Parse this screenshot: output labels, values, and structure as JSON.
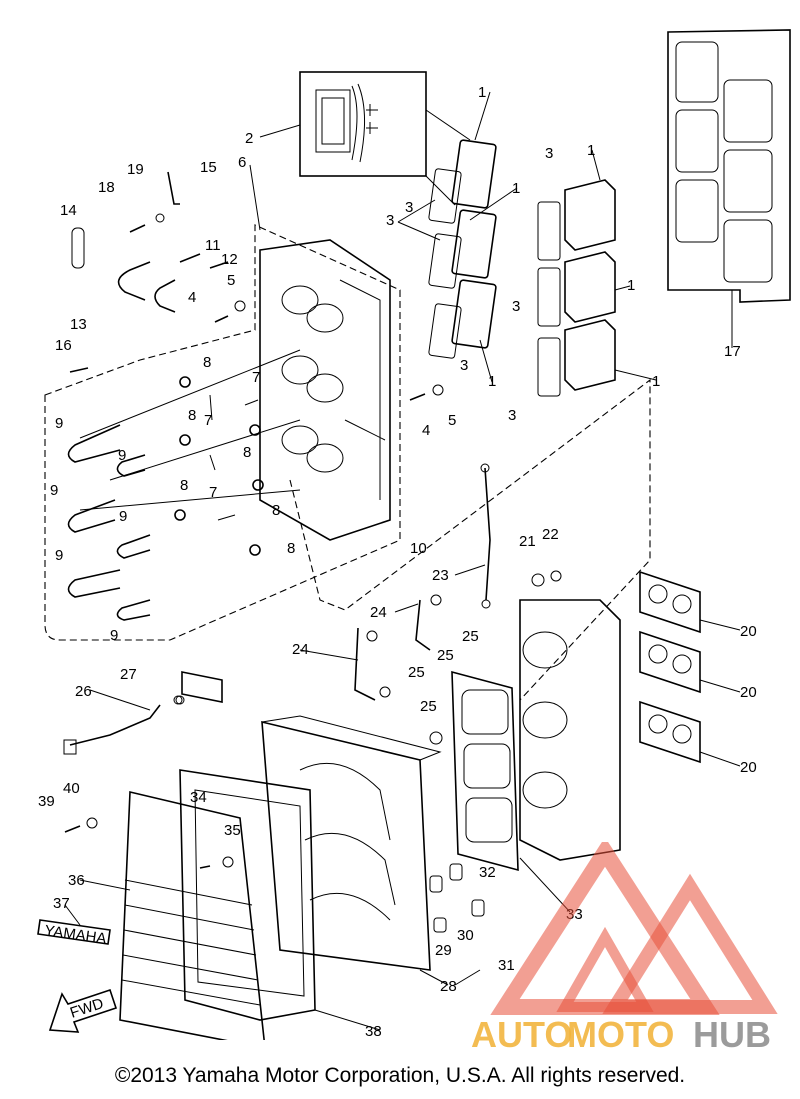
{
  "diagram": {
    "callouts": [
      "1",
      "1",
      "1",
      "1",
      "1",
      "1",
      "2",
      "3",
      "3",
      "3",
      "3",
      "3",
      "3",
      "4",
      "4",
      "5",
      "5",
      "6",
      "7",
      "7",
      "7",
      "8",
      "8",
      "8",
      "8",
      "8",
      "8",
      "9",
      "9",
      "9",
      "9",
      "9",
      "9",
      "10",
      "11",
      "12",
      "13",
      "14",
      "15",
      "16",
      "17",
      "18",
      "19",
      "20",
      "20",
      "20",
      "21",
      "22",
      "23",
      "24",
      "24",
      "25",
      "25",
      "25",
      "25",
      "26",
      "27",
      "28",
      "29",
      "30",
      "31",
      "32",
      "33",
      "34",
      "35",
      "36",
      "37",
      "38",
      "39",
      "40"
    ],
    "label_plate_text": "YAMAHA",
    "fwd_arrow_text": "FWD"
  },
  "watermark": {
    "brand_auto": "AUTO",
    "brand_moto": "MOTO",
    "brand_hub": "HUB",
    "color_red": "#e8503a",
    "color_orange": "#f2b134",
    "color_gray": "#8a8a8a"
  },
  "footer": {
    "copyright": "©2013 Yamaha Motor Corporation, U.S.A. All rights reserved."
  }
}
